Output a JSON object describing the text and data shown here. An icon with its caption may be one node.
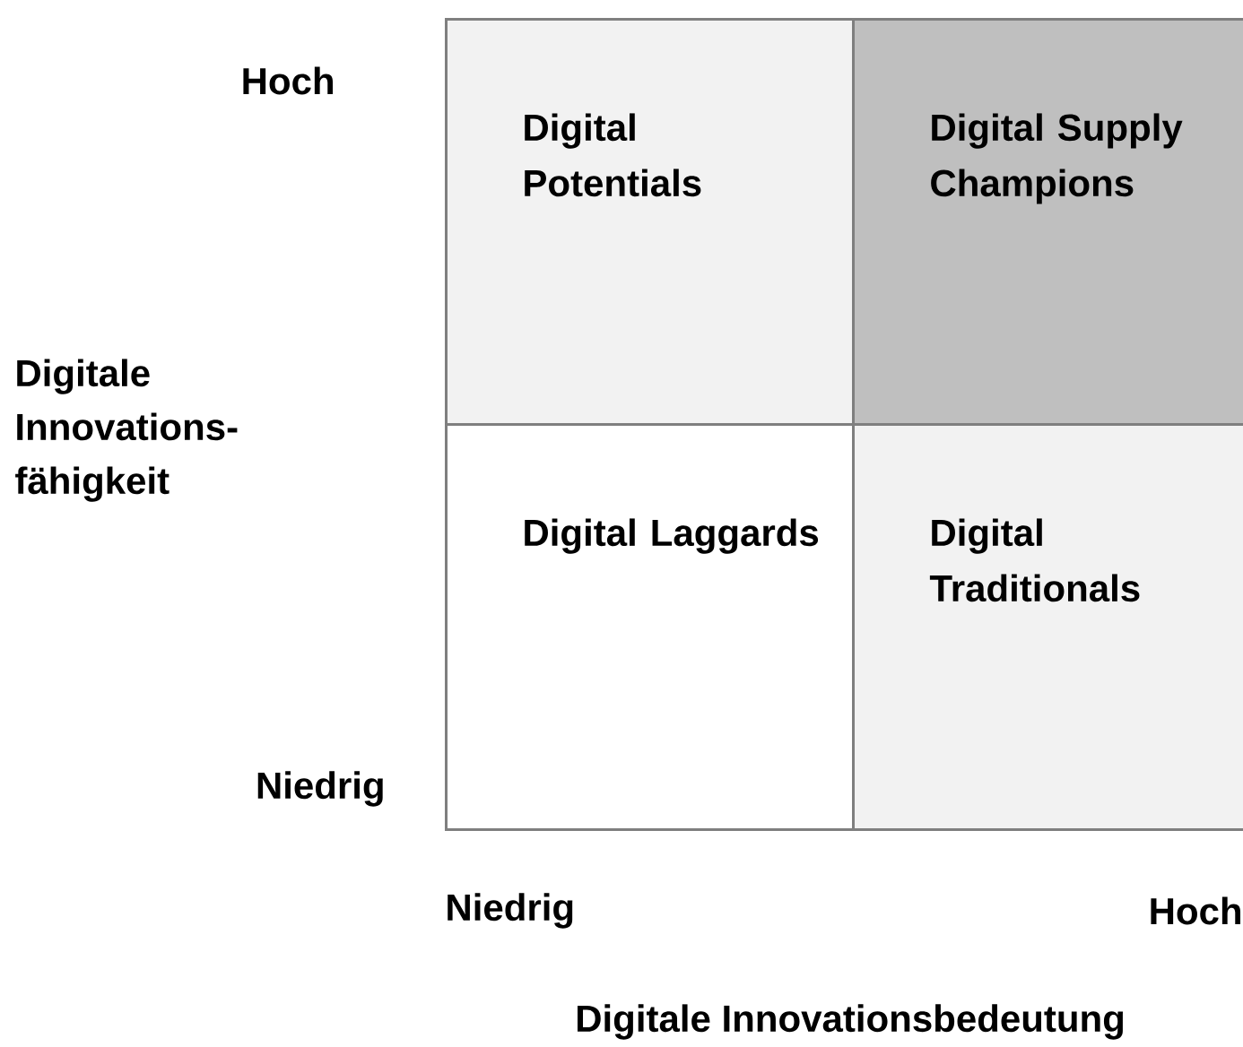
{
  "diagram": {
    "nodes": [
      {
        "text": [
          "Digital Potentials"
        ]
      },
      {
        "text": [
          "Digital Supply Champions"
        ]
      },
      {
        "text": [
          "Digital Laggards"
        ]
      },
      {
        "text": [
          "Digital Traditionals"
        ]
      }
    ],
    "labels": [
      "Hoch",
      "Digitale Innovations-fähigkeit",
      "Niedrig",
      "Niedrig",
      "Hoch",
      "Digitale Innovationsbedeutung"
    ]
  }
}
